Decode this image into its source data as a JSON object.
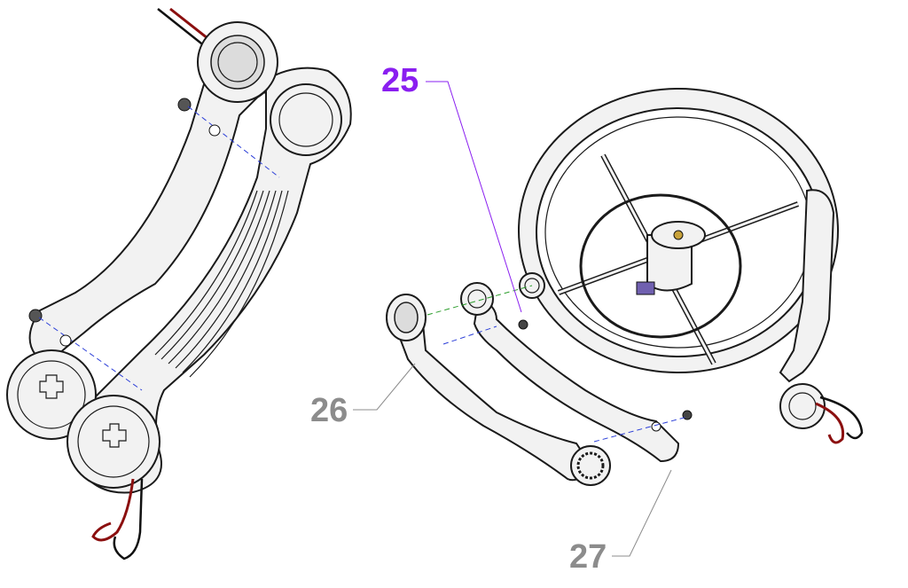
{
  "callouts": [
    {
      "id": "25",
      "label": "25",
      "color": "#8a1ff0"
    },
    {
      "id": "26",
      "label": "26",
      "color": "#8c8c8c"
    },
    {
      "id": "27",
      "label": "27",
      "color": "#8c8c8c"
    }
  ]
}
